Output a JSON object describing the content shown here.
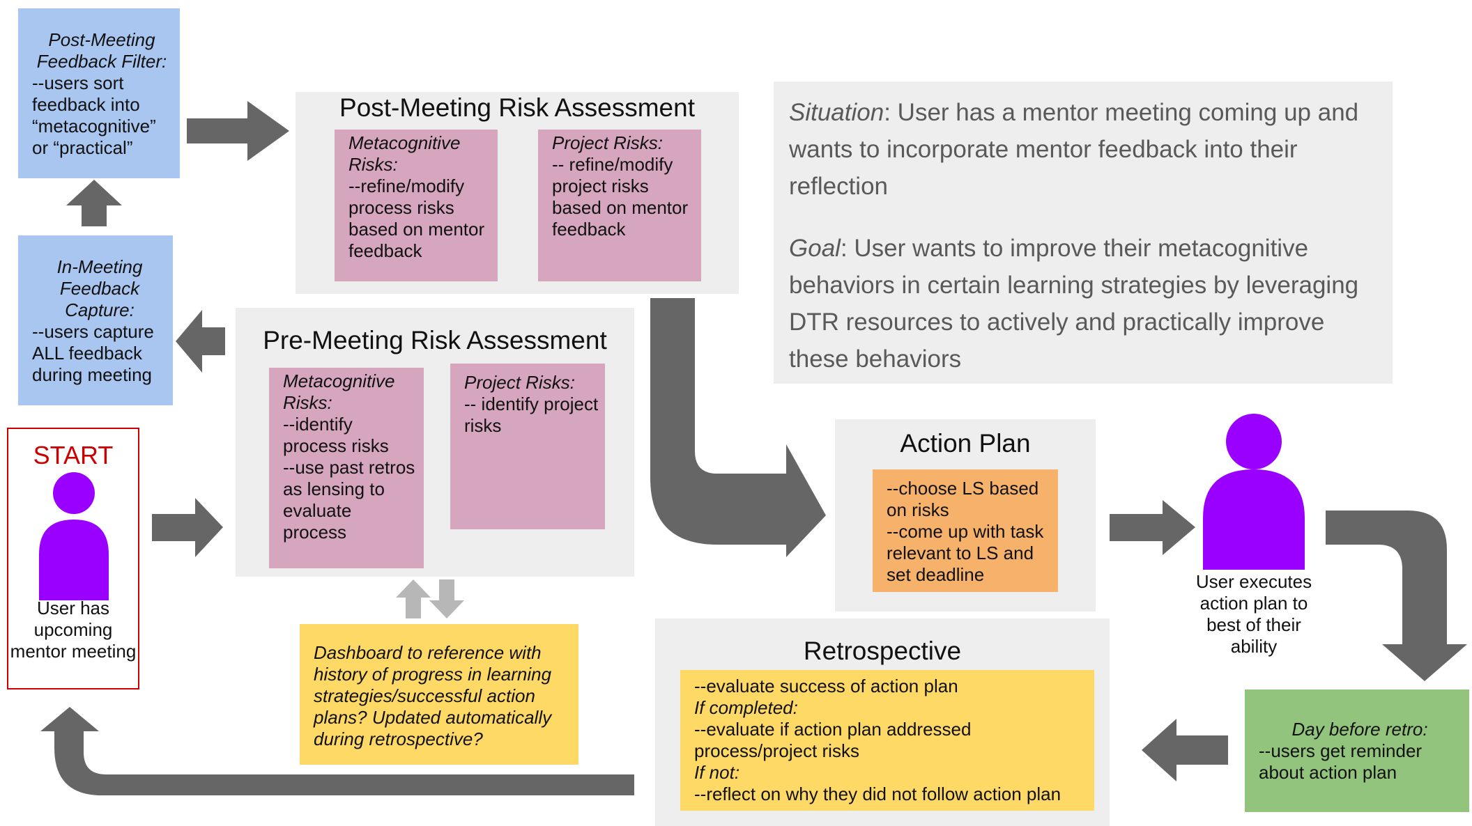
{
  "colors": {
    "gray_box": "#eeeeee",
    "blue_box": "#a9c6f1",
    "pink_box": "#d5a6bd",
    "orange_box": "#f6b26b",
    "yellow_box": "#ffd966",
    "green_box": "#93c47d",
    "arrow": "#666666",
    "person": "#9900ff",
    "start": "#cc0000"
  },
  "post_filter": {
    "title": "Post-Meeting Feedback Filter:",
    "body": "--users sort feedback into “metacognitive” or “practical”"
  },
  "in_meeting": {
    "title": "In-Meeting Feedback Capture:",
    "body": "--users capture ALL feedback during meeting"
  },
  "start": {
    "label": "START",
    "caption": "User has upcoming mentor meeting",
    "icon": "person-icon"
  },
  "post_assessment": {
    "title": "Post-Meeting Risk Assessment",
    "meta": {
      "title": "Metacognitive Risks:",
      "body": "--refine/modify process risks based on mentor feedback"
    },
    "project": {
      "title": "Project Risks:",
      "body": "-- refine/modify project risks based on mentor feedback"
    }
  },
  "pre_assessment": {
    "title": "Pre-Meeting Risk Assessment",
    "meta": {
      "title": "Metacognitive Risks:",
      "body": "--identify process risks\n--use past retros as lensing to evaluate process"
    },
    "project": {
      "title": "Project Risks:",
      "body": "-- identify project risks"
    }
  },
  "situation": {
    "situation_label": "Situation",
    "situation_text": ": User has a mentor meeting coming up and wants to incorporate mentor feedback into their reflection",
    "goal_label": "Goal",
    "goal_text": ": User wants to improve their metacognitive behaviors in certain learning strategies by leveraging DTR resources to actively and practically improve these behaviors"
  },
  "action_plan": {
    "title": "Action Plan",
    "body": "--choose LS based on risks\n--come up with task relevant to LS and set deadline"
  },
  "user_exec": {
    "caption": "User executes action plan to best of their ability",
    "icon": "person-icon"
  },
  "dashboard": {
    "body": "Dashboard to reference with history of progress in learning strategies/successful action plans? Updated automatically during retrospective?"
  },
  "retrospective": {
    "title": "Retrospective",
    "line1": "--evaluate success of action plan",
    "if_completed": "If completed:",
    "line2": "--evaluate if action plan addressed process/project risks",
    "if_not": "If not:",
    "line3": "--reflect on why they did not follow action plan"
  },
  "day_before": {
    "title": "Day before retro:",
    "body": "--users get reminder about action plan"
  }
}
